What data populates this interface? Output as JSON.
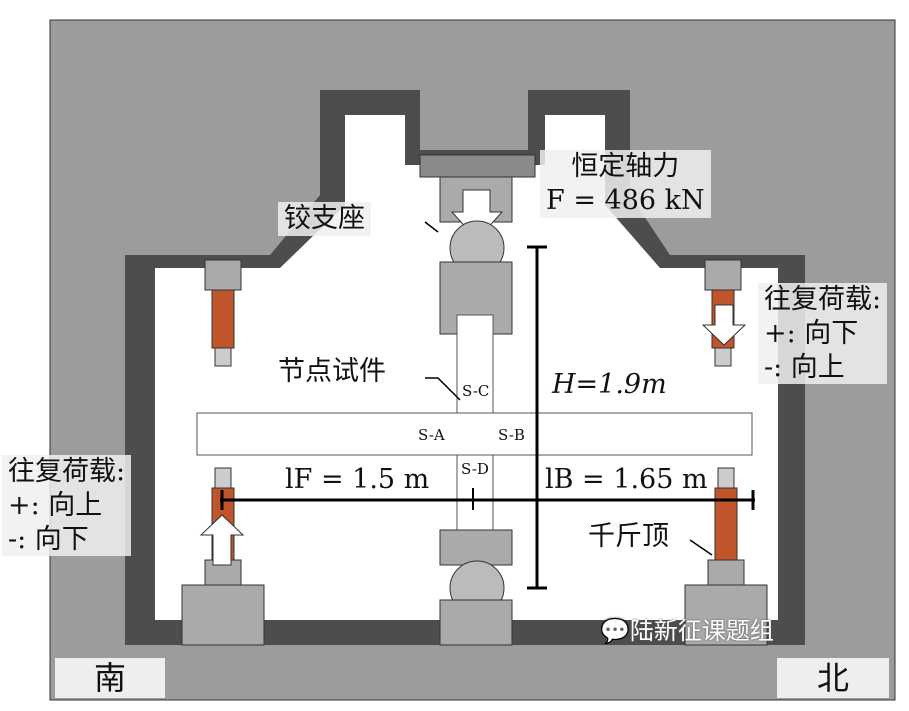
{
  "labels": {
    "axial_force_title": "恒定轴力",
    "axial_force_value": "F = 486 kN",
    "hinge": "铰支座",
    "specimen": "节点试件",
    "height": "H=1.9m",
    "left_span": "lF = 1.5 m",
    "right_span": "lB = 1.65 m",
    "jack": "千斤顶",
    "right_load_title": "往复荷载:",
    "right_load_plus": "+: 向下",
    "right_load_minus": "-: 向上",
    "left_load_title": "往复荷载:",
    "left_load_plus": "+: 向上",
    "left_load_minus": "-: 向下",
    "south": "南",
    "north": "北",
    "sections": {
      "sc": "S-C",
      "sa": "S-A",
      "sb": "S-B",
      "sd": "S-D"
    },
    "watermark": "陆新征课题组"
  },
  "colors": {
    "frame": "#4d4d4d",
    "ground": "#9a9a9a",
    "jack": "#c0542a"
  }
}
